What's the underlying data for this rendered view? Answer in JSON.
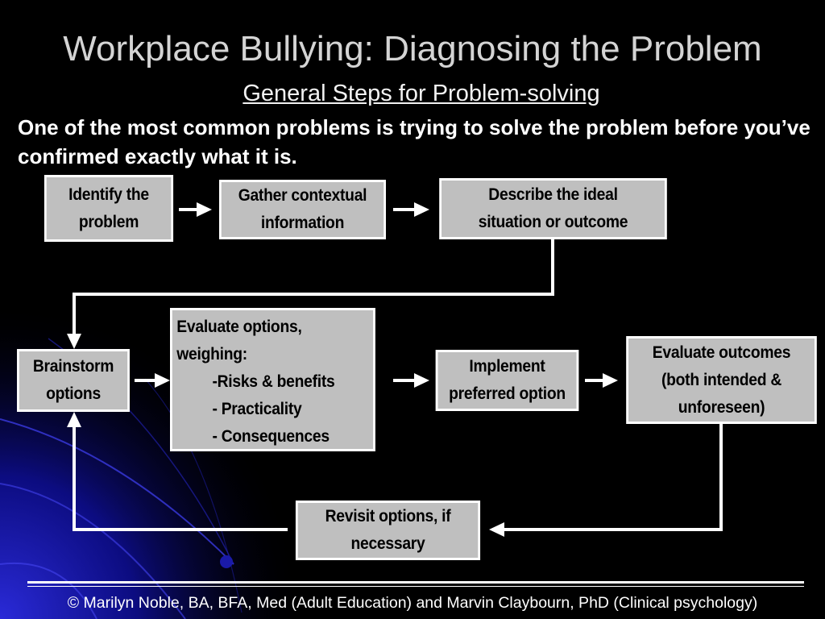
{
  "slide": {
    "title": "Workplace Bullying:  Diagnosing the Problem",
    "subtitle": "General Steps for Problem-solving",
    "intro": "One of the most common problems is trying to solve the problem before you’ve confirmed exactly what it is."
  },
  "flow": {
    "identify": [
      "Identify the",
      "problem"
    ],
    "gather": [
      "Gather contextual",
      "information"
    ],
    "describe": [
      "Describe the ideal",
      "situation or outcome"
    ],
    "brainstorm": [
      "Brainstorm",
      "options"
    ],
    "evaluate_options": {
      "lines": [
        "Evaluate options,",
        "weighing:"
      ],
      "bullets": [
        "-Risks & benefits",
        "- Practicality",
        "- Consequences"
      ]
    },
    "implement": [
      "Implement",
      "preferred option"
    ],
    "evaluate_outcomes": [
      "Evaluate outcomes",
      "(both intended &",
      "unforeseen)"
    ],
    "revisit": [
      "Revisit options, if",
      "necessary"
    ]
  },
  "footer": "© Marilyn Noble, BA, BFA, Med (Adult Education) and Marvin Claybourn, PhD (Clinical psychology)",
  "colors": {
    "background": "#000000",
    "box_fill": "#bfbfbf",
    "box_border": "#ffffff",
    "title": "#d4d4d4",
    "swirl": "#1a1aa8"
  }
}
